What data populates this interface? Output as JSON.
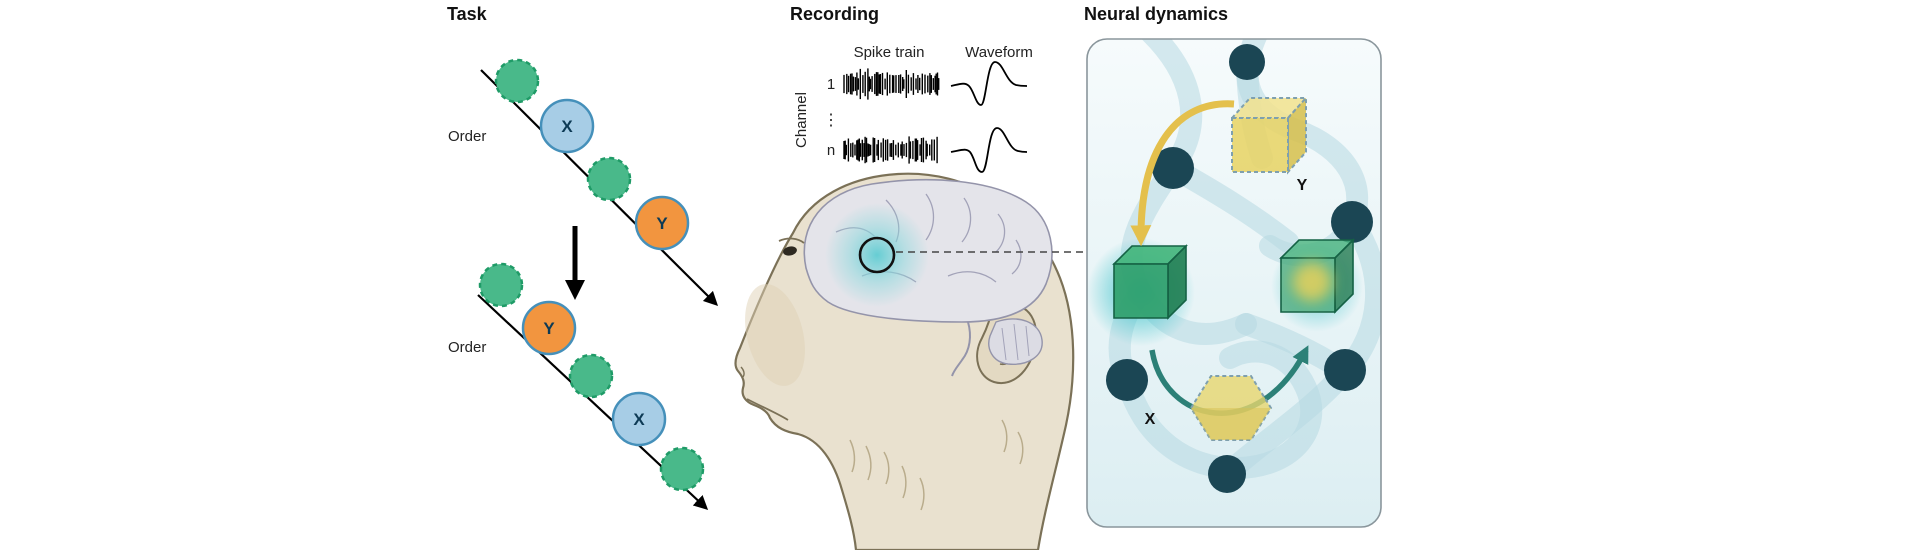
{
  "task": {
    "title": "Task",
    "order_first": "Order",
    "order_second": "Order",
    "label_x": "X",
    "label_y": "Y"
  },
  "recording": {
    "title": "Recording",
    "spike_train": "Spike train",
    "waveform": "Waveform",
    "channel_axis": "Channel",
    "channel_first": "1",
    "channel_ellipsis": "⋮",
    "channel_last": "n"
  },
  "neural": {
    "title": "Neural dynamics",
    "label_x": "X",
    "label_y": "Y"
  },
  "colors": {
    "item_green": "#49b98a",
    "item_green_border": "#1f9b67",
    "item_blue": "#a7cde6",
    "item_orange": "#f2953f",
    "item_border_blue": "#4590ba",
    "node_teal": "#1b4654",
    "ribbon_blue": "#b7d8e2",
    "cube_yellow": "#e7d466",
    "cube_green": "#2f9f69",
    "glow_teal": "#3fc4cb",
    "arrow_yellow": "#e4c04c",
    "arrow_teal": "#2c8077"
  }
}
